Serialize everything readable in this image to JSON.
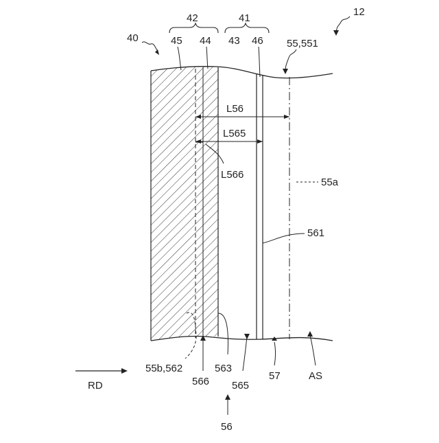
{
  "figure": {
    "labels": {
      "fig_ref": "12",
      "body": "40",
      "group_42": "42",
      "group_41": "41",
      "l45": "45",
      "l44": "44",
      "l43": "43",
      "l46": "46",
      "l55_551": "55,551",
      "l56_dim": "L56",
      "l565_dim": "L565",
      "l566_dim": "L566",
      "l55a": "55a",
      "l561": "561",
      "l55b_562": "55b,562",
      "l566": "566",
      "l563": "563",
      "l565": "565",
      "l57": "57",
      "as": "AS",
      "rd": "RD",
      "l56": "56"
    },
    "colors": {
      "line": "#222222",
      "hatch": "#333333",
      "background": "#ffffff"
    }
  }
}
